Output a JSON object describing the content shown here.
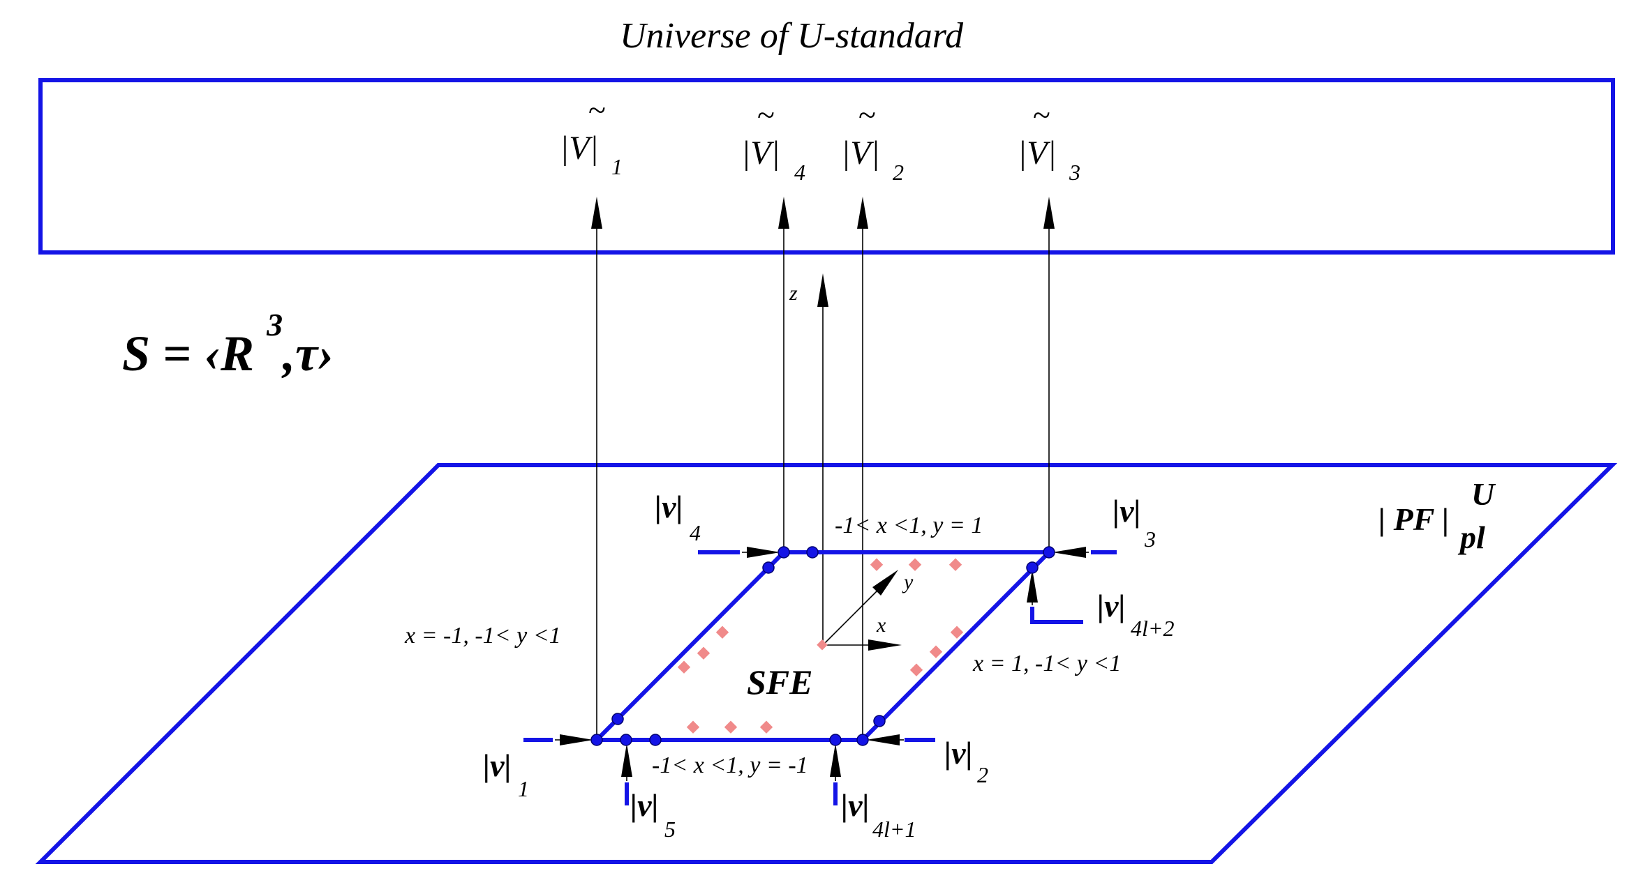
{
  "title": "Universe of U-standard",
  "space_label": {
    "main": "S = ‹R",
    "sup": "3",
    "tail": ",τ›"
  },
  "plane_label": {
    "base": "| PF |",
    "sup": "U",
    "sub": "pl"
  },
  "element_label": "SFE",
  "universe_nodes": [
    {
      "id": "V1",
      "base": "|V|",
      "tilde": "~",
      "sub": "1"
    },
    {
      "id": "V4",
      "base": "|V|",
      "tilde": "~",
      "sub": "4"
    },
    {
      "id": "V2",
      "base": "|V|",
      "tilde": "~",
      "sub": "2"
    },
    {
      "id": "V3",
      "base": "|V|",
      "tilde": "~",
      "sub": "3"
    }
  ],
  "plane_nodes": [
    {
      "id": "v1",
      "base": "|v|",
      "sub": "1"
    },
    {
      "id": "v2",
      "base": "|v|",
      "sub": "2"
    },
    {
      "id": "v3",
      "base": "|v|",
      "sub": "3"
    },
    {
      "id": "v4",
      "base": "|v|",
      "sub": "4"
    },
    {
      "id": "v5",
      "base": "|v|",
      "sub": "5"
    },
    {
      "id": "v4l1",
      "base": "|v|",
      "sub": "4l+1"
    },
    {
      "id": "v4l2",
      "base": "|v|",
      "sub": "4l+2"
    }
  ],
  "edge_labels": {
    "top": "-1< x <1, y = 1",
    "bottom": "-1< x <1, y = -1",
    "left": "x = -1, -1< y <1",
    "right": "x = 1, -1< y <1"
  },
  "axes": {
    "x": "x",
    "y": "y",
    "z": "z"
  },
  "colors": {
    "structure": "#1414e6",
    "points": "#f08a8a",
    "lines": "#000000"
  }
}
